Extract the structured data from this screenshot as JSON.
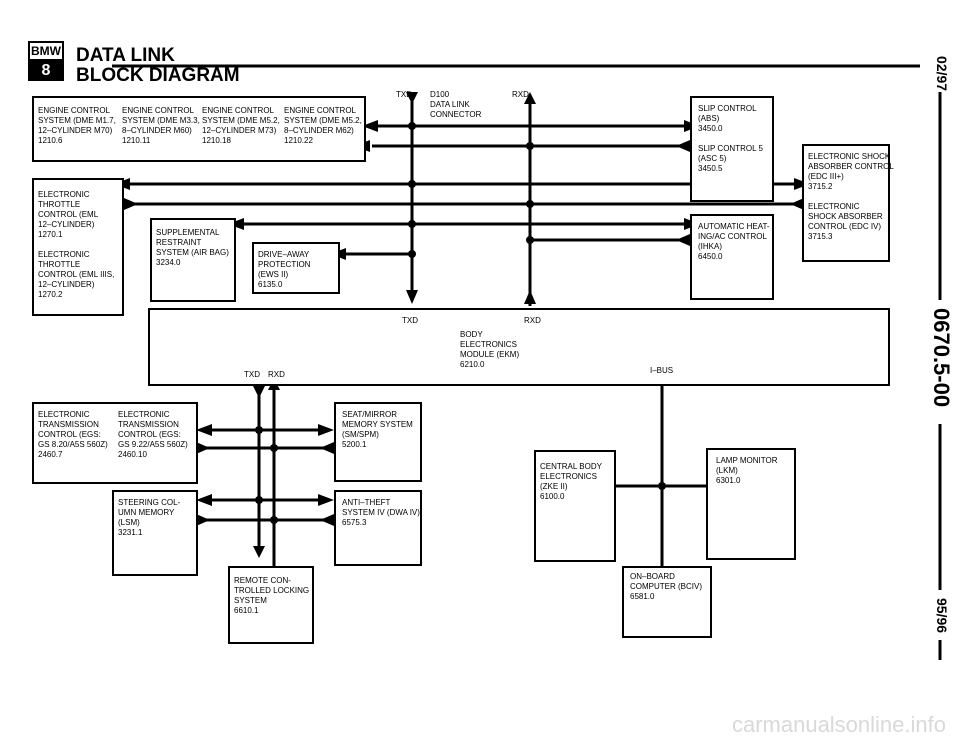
{
  "header": {
    "logo": "BMW",
    "logo_sub": "8",
    "title": "DATA LINK",
    "subtitle": "BLOCK DIAGRAM"
  },
  "side": {
    "top": "02/97",
    "middle": "0670.5-00",
    "bottom": "95/96"
  },
  "connector": {
    "txd": "TXD",
    "rxd": "RXD",
    "label": "D100\nDATA LINK\nCONNECTOR"
  },
  "boxes": {
    "engine_1": "ENGINE CONTROL\nSYSTEM (DME M1.7,\n12–CYLINDER M70)\n1210.6",
    "engine_2": "ENGINE CONTROL\nSYSTEM (DME M3.3,\n8–CYLINDER M60)\n1210.11",
    "engine_3": "ENGINE CONTROL\nSYSTEM (DME M5.2,\n12–CYLINDER M73)\n1210.18",
    "engine_4": "ENGINE CONTROL\nSYSTEM (DME M5.2,\n8–CYLINDER M62)\n1210.22",
    "throttle": "ELECTRONIC\nTHROTTLE\nCONTROL (EML\n12–CYLINDER)\n1270.1\n\nELECTRONIC\nTHROTTLE\nCONTROL (EML IIIS,\n12–CYLINDER)\n1270.2",
    "srs": "SUPPLEMENTAL\nRESTRAINT\nSYSTEM (AIR BAG)\n3234.0",
    "ews": "DRIVE–AWAY\nPROTECTION\n(EWS II)\n6135.0",
    "abs": "SLIP CONTROL\n(ABS)\n3450.0\n\nSLIP CONTROL 5\n(ASC 5)\n3450.5",
    "edc": "ELECTRONIC SHOCK\nABSORBER CONTROL\n(EDC III+)\n3715.2\n\nELECTRONIC\nSHOCK ABSORBER\nCONTROL (EDC IV)\n3715.3",
    "ihka": "AUTOMATIC HEAT-\nING/AC CONTROL\n(IHKA)\n6450.0",
    "ekm": "BODY\nELECTRONICS\nMODULE (EKM)\n6210.0",
    "egs_1": "ELECTRONIC\nTRANSMISSION\nCONTROL (EGS:\nGS 8.20/A5S 560Z)\n2460.7",
    "egs_2": "ELECTRONIC\nTRANSMISSION\nCONTROL (EGS:\nGS 9.22/A5S 560Z)\n2460.10",
    "lsm": "STEERING COL-\nUMN MEMORY\n(LSM)\n3231.1",
    "ssm": "SEAT/MIRROR\nMEMORY SYSTEM\n(SM/SPM)\n5200.1",
    "dwa": "ANTI–THEFT\nSYSTEM IV (DWA IV)\n6575.3",
    "fzv": "REMOTE CON-\nTROLLED LOCKING\nSYSTEM\n6610.1",
    "zke": "CENTRAL BODY\nELECTRONICS\n(ZKE II)\n6100.0",
    "lkm": "LAMP MONITOR\n(LKM)\n6301.0",
    "bc": "ON–BOARD\nCOMPUTER (BCIV)\n6581.0"
  },
  "bus": {
    "ekm_txd": "TXD",
    "ekm_rxd": "RXD",
    "low_txd": "TXD",
    "low_rxd": "RXD",
    "ibus": "I–BUS"
  },
  "watermark": "carmanualsonline.info"
}
